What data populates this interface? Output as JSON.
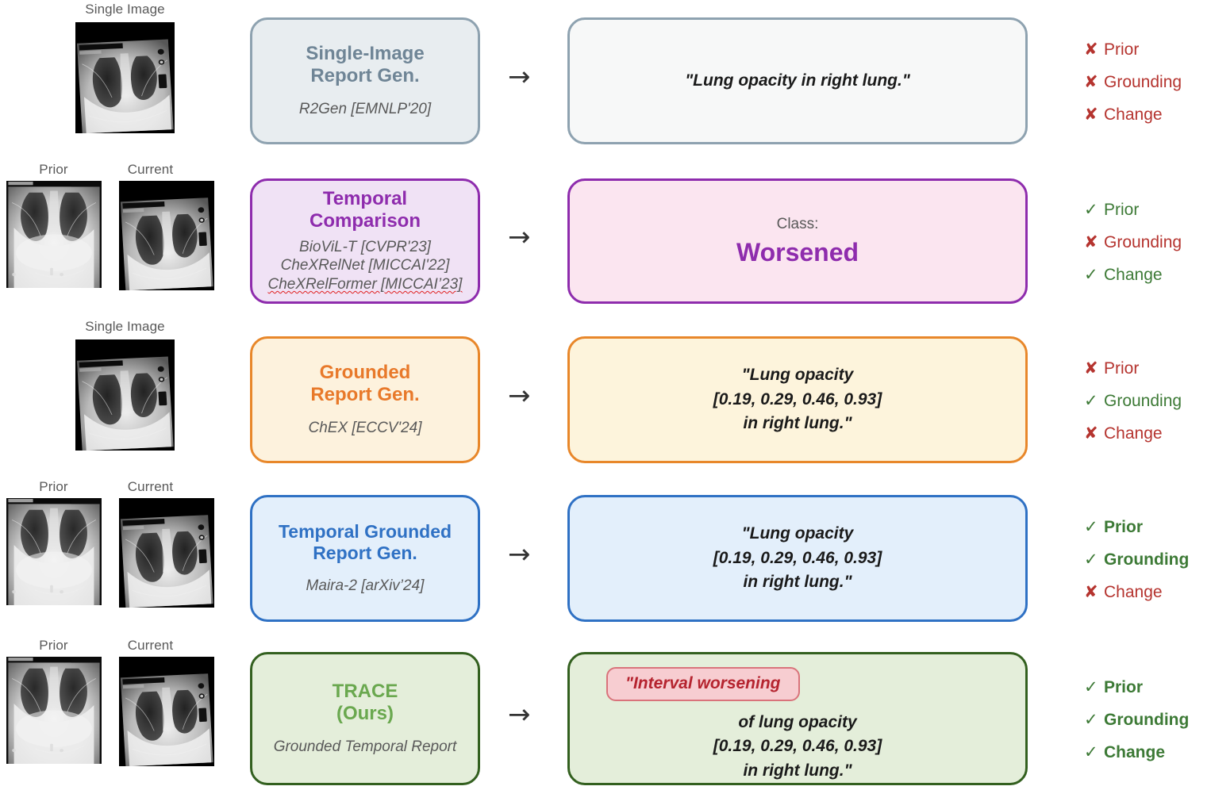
{
  "figure": {
    "title": "TRACE method comparison figure",
    "arrow_glyph": "→",
    "check_glyph": "✓",
    "cross_glyph": "✘",
    "capability_labels": [
      "Prior",
      "Grounding",
      "Change"
    ]
  },
  "colors": {
    "row1_border": "#8ea2b0",
    "row1_fill": "#e8edf0",
    "row1_out_fill": "#f7f8f8",
    "row1_text": "#6f8596",
    "row2_border": "#8e2cad",
    "row2_fill": "#f0e2f5",
    "row2_out_fill": "#fbe5f0",
    "row2_text": "#8e2cad",
    "row3_border": "#e8872a",
    "row3_fill": "#fdf2dd",
    "row3_out_fill": "#fdf4dc",
    "row3_text": "#e8792a",
    "row4_border": "#2f71c4",
    "row4_fill": "#e3effb",
    "row4_out_fill": "#e3effb",
    "row4_text": "#2f71c4",
    "row5_border": "#33601f",
    "row5_fill": "#e4eeda",
    "row5_out_fill": "#e4eeda",
    "row5_text": "#6aa84f",
    "check_green": "#3d7a36",
    "cross_red": "#b5342f",
    "pill_bg": "#f7cdd1",
    "pill_border": "#d9737b",
    "pill_text": "#b5242f",
    "arrow": "#333333",
    "image_label": "#595959"
  },
  "rows": [
    {
      "id": "single-image-report-gen",
      "images": {
        "layout": "single",
        "labels": [
          "Single Image"
        ],
        "variants": [
          "current"
        ]
      },
      "method": {
        "title_lines": [
          "Single-Image",
          "Report Gen."
        ],
        "refs": [
          "R2Gen [EMNLP'20]"
        ],
        "spellcheck_ref_index": -1
      },
      "output": {
        "kind": "text",
        "lines": [
          "\"Lung opacity in right lung.\""
        ]
      },
      "marks": [
        {
          "label": "Prior",
          "ok": false,
          "bold": false
        },
        {
          "label": "Grounding",
          "ok": false,
          "bold": false
        },
        {
          "label": "Change",
          "ok": false,
          "bold": false
        }
      ]
    },
    {
      "id": "temporal-comparison",
      "images": {
        "layout": "pair",
        "labels": [
          "Prior",
          "Current"
        ],
        "variants": [
          "prior",
          "current"
        ]
      },
      "method": {
        "title_lines": [
          "Temporal",
          "Comparison"
        ],
        "refs": [
          "BioViL-T [CVPR'23]",
          "CheXRelNet [MICCAI'22]",
          "CheXRelFormer [MICCAI’23]"
        ],
        "spellcheck_ref_index": 2
      },
      "output": {
        "kind": "class",
        "class_label": "Class:",
        "class_value": "Worsened"
      },
      "marks": [
        {
          "label": "Prior",
          "ok": true,
          "bold": false
        },
        {
          "label": "Grounding",
          "ok": false,
          "bold": false
        },
        {
          "label": "Change",
          "ok": true,
          "bold": false
        }
      ]
    },
    {
      "id": "grounded-report-gen",
      "images": {
        "layout": "single",
        "labels": [
          "Single Image"
        ],
        "variants": [
          "current"
        ]
      },
      "method": {
        "title_lines": [
          "Grounded",
          "Report Gen."
        ],
        "refs": [
          "ChEX [ECCV'24]"
        ],
        "spellcheck_ref_index": -1
      },
      "output": {
        "kind": "text",
        "lines": [
          "\"Lung opacity",
          "[0.19, 0.29, 0.46, 0.93]",
          "in right lung.\""
        ]
      },
      "marks": [
        {
          "label": "Prior",
          "ok": false,
          "bold": false
        },
        {
          "label": "Grounding",
          "ok": true,
          "bold": false
        },
        {
          "label": "Change",
          "ok": false,
          "bold": false
        }
      ]
    },
    {
      "id": "temporal-grounded-report-gen",
      "images": {
        "layout": "pair",
        "labels": [
          "Prior",
          "Current"
        ],
        "variants": [
          "prior",
          "current"
        ]
      },
      "method": {
        "title_lines": [
          "Temporal Grounded",
          "Report Gen."
        ],
        "refs": [
          "Maira-2 [arXiv’24]"
        ],
        "spellcheck_ref_index": -1
      },
      "output": {
        "kind": "text",
        "lines": [
          "\"Lung opacity",
          "[0.19, 0.29, 0.46, 0.93]",
          "in right lung.\""
        ]
      },
      "marks": [
        {
          "label": "Prior",
          "ok": true,
          "bold": true
        },
        {
          "label": "Grounding",
          "ok": true,
          "bold": true
        },
        {
          "label": "Change",
          "ok": false,
          "bold": false
        }
      ]
    },
    {
      "id": "trace-ours",
      "images": {
        "layout": "pair",
        "labels": [
          "Prior",
          "Current"
        ],
        "variants": [
          "prior",
          "current"
        ]
      },
      "method": {
        "title_lines": [
          "TRACE",
          "(Ours)"
        ],
        "refs": [
          "Grounded Temporal Report"
        ],
        "spellcheck_ref_index": -1
      },
      "output": {
        "kind": "pill",
        "pill_text": "\"Interval worsening",
        "lines": [
          "of lung opacity",
          "[0.19, 0.29, 0.46, 0.93]",
          "in right lung.\""
        ]
      },
      "marks": [
        {
          "label": "Prior",
          "ok": true,
          "bold": true
        },
        {
          "label": "Grounding",
          "ok": true,
          "bold": true
        },
        {
          "label": "Change",
          "ok": true,
          "bold": true
        }
      ]
    }
  ]
}
